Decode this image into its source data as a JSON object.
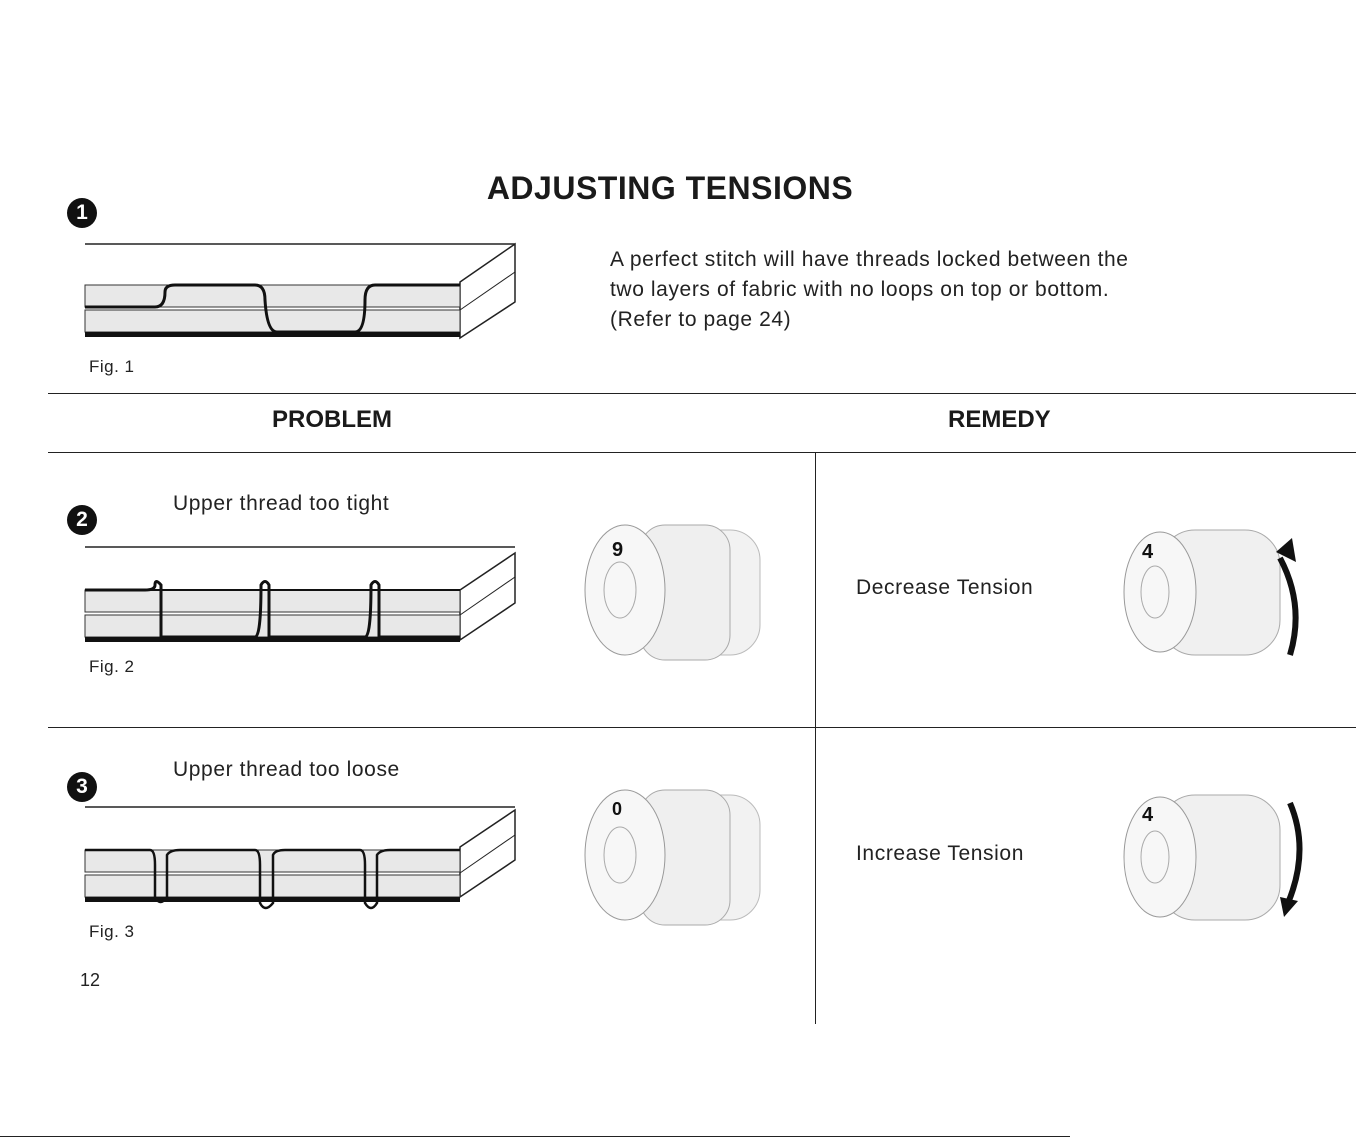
{
  "title": "ADJUSTING TENSIONS",
  "intro": {
    "line1": "A perfect stitch will have threads locked between the",
    "line2": "two layers of fabric with no loops on top or bottom.",
    "line3": "(Refer to page 24)"
  },
  "badges": {
    "one": "1",
    "two": "2",
    "three": "3"
  },
  "figures": {
    "fig1": "Fig. 1",
    "fig2": "Fig. 2",
    "fig3": "Fig. 3"
  },
  "headers": {
    "problem": "PROBLEM",
    "remedy": "REMEDY"
  },
  "problems": [
    {
      "label": "Upper thread too tight",
      "dial_number": "9"
    },
    {
      "label": "Upper thread too loose",
      "dial_number": "0"
    }
  ],
  "remedies": [
    {
      "label": "Decrease Tension",
      "dial_number": "4"
    },
    {
      "label": "Increase Tension",
      "dial_number": "4"
    }
  ],
  "page_number": "12"
}
